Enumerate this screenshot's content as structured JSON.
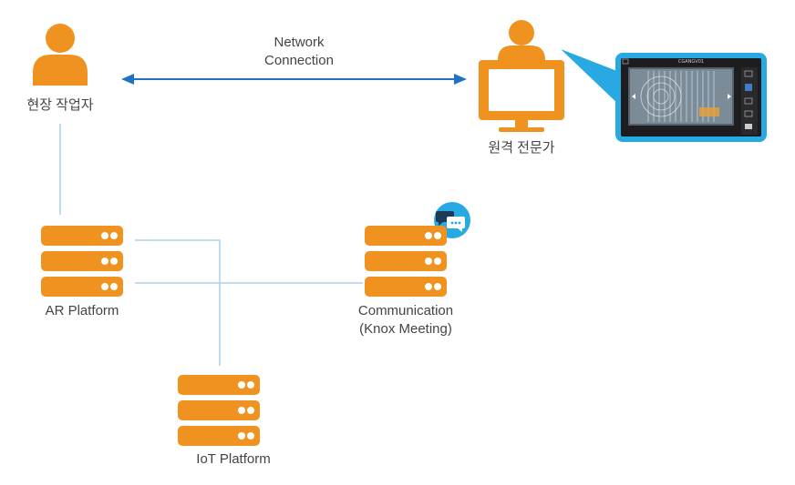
{
  "labels": {
    "field_worker": "현장 작업자",
    "remote_expert": "원격 전문가",
    "network_line1": "Network",
    "network_line2": "Connection",
    "ar_platform": "AR Platform",
    "communication_line1": "Communication",
    "communication_line2": "(Knox Meeting)",
    "iot_platform": "IoT Platform"
  },
  "tablet": {
    "screen_title": "CGANGV01"
  },
  "icons": {
    "field_worker": "person-icon",
    "remote_expert": "person-at-monitor-icon",
    "servers": "server-rack-icon",
    "chat": "chat-bubbles-icon"
  },
  "colors": {
    "accent_orange": "#f0921f",
    "arrow_blue": "#1f73c4",
    "connector_blue": "#a9d2ea",
    "callout_blue": "#29a9e1",
    "text": "#444444"
  }
}
